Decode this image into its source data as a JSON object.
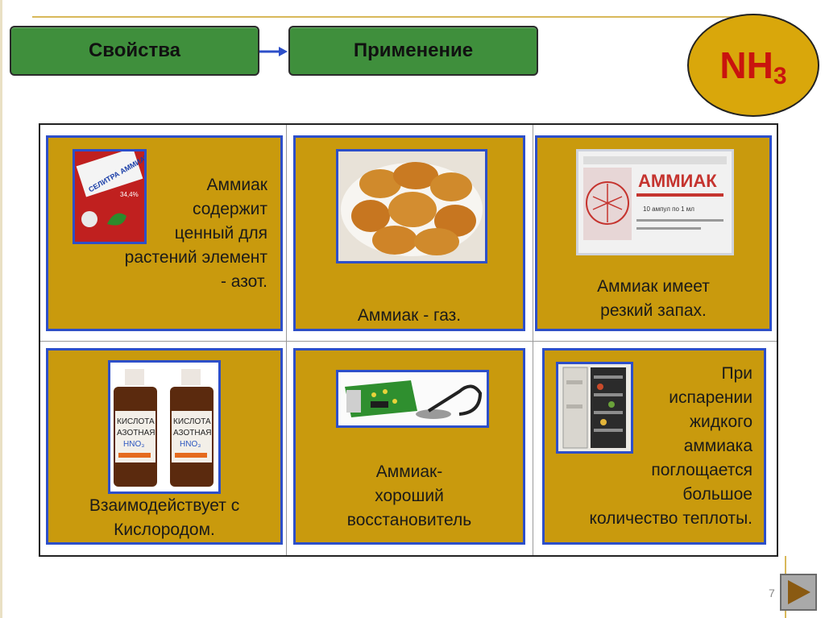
{
  "nav": {
    "properties_label": "Свойства",
    "application_label": "Применение"
  },
  "formula": {
    "main": "NH",
    "subscript": "3"
  },
  "cards": [
    {
      "text_lines": [
        "Аммиак",
        "содержит",
        "ценный для",
        "растений элемент",
        "- азот."
      ],
      "image": "saltpeter-package"
    },
    {
      "text_lines": [
        "Аммиак -  газ."
      ],
      "image": "pastries-plate"
    },
    {
      "text_lines": [
        "Аммиак имеет",
        "резкий запах."
      ],
      "image": "ammonia-ampoule-box"
    },
    {
      "text_lines": [
        "Взаимодействует с",
        "Кислородом."
      ],
      "image": "nitric-acid-bottles"
    },
    {
      "text_lines": [
        "Аммиак-",
        "хороший",
        "восстановитель"
      ],
      "image": "soldering-board"
    },
    {
      "text_lines": [
        "При",
        "испарении",
        "жидкого",
        "аммиака",
        "поглощается",
        "большое",
        "количество  теплоты."
      ],
      "image": "refrigerator"
    }
  ],
  "images": {
    "saltpeter_label": "СЕЛИТРА АММИАЧНАЯ",
    "saltpeter_percent": "34,4%",
    "ampoule_label": "АММИАК",
    "ampoule_sub": "10 ампул по 1 мл",
    "bottle_label_1": "КИСЛОТА",
    "bottle_label_2": "АЗОТНАЯ",
    "bottle_label_3": "HNO₃"
  },
  "colors": {
    "card_bg": "#c99a0d",
    "card_border": "#2d4fc9",
    "nav_green": "#3f8f3c",
    "formula_bg": "#d9a70b",
    "formula_text": "#c9140e"
  },
  "footer": {
    "slide_number": "7"
  }
}
